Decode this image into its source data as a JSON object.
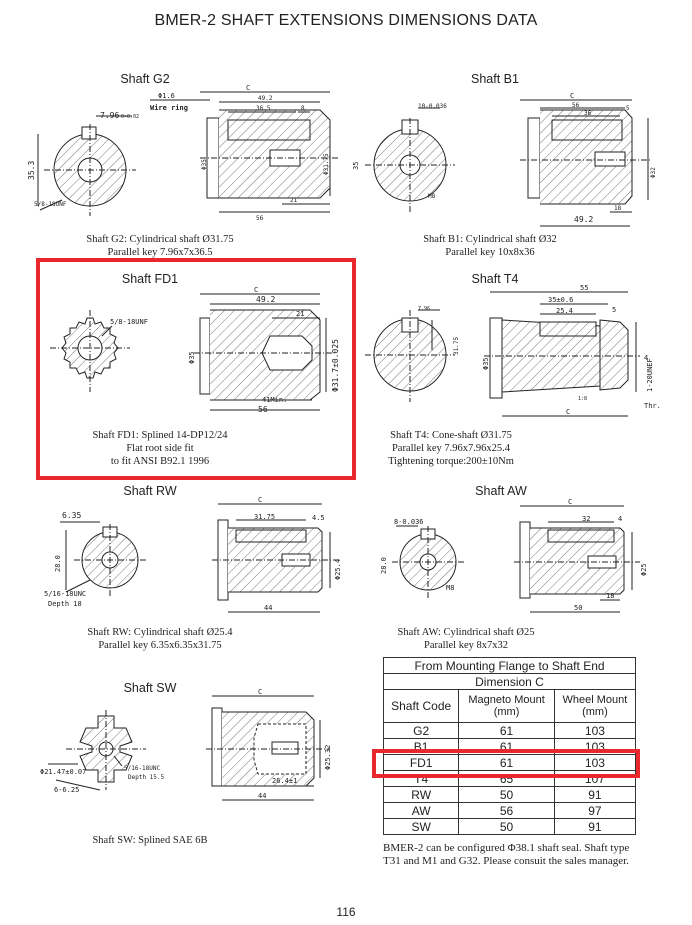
{
  "page": {
    "title": "BMER-2 SHAFT EXTENSIONS DIMENSIONS DATA",
    "page_number": "116",
    "highlight_color": "#e8282c"
  },
  "panels": {
    "g2": {
      "title": "Shaft G2",
      "caption1": "Shaft G2: Cylindrical shaft Ø31.75",
      "caption2": "Parallel key 7.96x7x36.5",
      "labels": {
        "key": "7.96",
        "keytol": "0-0.02",
        "dia": "35.3",
        "diatol": "0-0.3",
        "thread": "5/8-18UNF",
        "phi": "Φ1.6",
        "wire": "Wire ring",
        "c": "C",
        "l1": "49.2",
        "l2": "36.5",
        "l3": "8",
        "d1": "Φ35",
        "d2": "Φ31.75",
        "l4": "21",
        "l5": "56"
      }
    },
    "b1": {
      "title": "Shaft B1",
      "caption1": "Shaft B1: Cylindrical shaft Ø32",
      "caption2": "Parallel key 10x8x36",
      "labels": {
        "key": "10-0.036",
        "dia": "35",
        "m": "M8",
        "c": "C",
        "l1": "56",
        "l2": "36",
        "l3": "5",
        "d1": "Φ32",
        "l4": "18",
        "l5": "49.2"
      }
    },
    "fd1": {
      "title": "Shaft FD1",
      "caption1": "Shaft FD1: Splined 14-DP12/24",
      "caption2": "Flat root side fit",
      "caption3": "to fit ANSI B92.1 1996",
      "labels": {
        "thread": "5/8-18UNF",
        "c": "C",
        "l1": "49.2",
        "l2": "21",
        "d1": "Φ35",
        "d2": "Φ31.7±0.025",
        "l3": "41Min.",
        "l4": "56"
      }
    },
    "t4": {
      "title": "Shaft T4",
      "caption1": "Shaft T4: Cone-shaft Ø31.75",
      "caption2": "Parallel key 7.96x7.96x25.4",
      "caption3": "Tightening torque:200±10Nm",
      "labels": {
        "key": "7.96",
        "dia": "31.75",
        "l0": "55",
        "l1": "35±0.6",
        "l2": "25.4",
        "l3": "5",
        "d1": "Φ35",
        "th": "1-20UNEF",
        "t1": "1:8",
        "thr": "Thr.",
        "c": "C",
        "n": "4"
      }
    },
    "rw": {
      "title": "Shaft RW",
      "caption1": "Shaft RW: Cylindrical shaft Ø25.4",
      "caption2": "Parallel key 6.35x6.35x31.75",
      "labels": {
        "key": "6.35",
        "dia": "28.0",
        "thread": "5/16-18UNC",
        "depth": "Depth 18",
        "c": "C",
        "l1": "31.75",
        "l2": "4.5",
        "d1": "Φ25.4",
        "l3": "44"
      }
    },
    "aw": {
      "title": "Shaft AW",
      "caption1": "Shaft AW: Cylindrical shaft Ø25",
      "caption2": "Parallel key 8x7x32",
      "labels": {
        "key": "8-0.036",
        "dia": "28.0",
        "m": "M8",
        "c": "C",
        "l1": "32",
        "l2": "4",
        "d1": "Φ25",
        "l3": "18",
        "l4": "50"
      }
    },
    "sw": {
      "title": "Shaft SW",
      "caption1": "Shaft SW: Splined SAE 6B",
      "labels": {
        "d0": "Φ21.47±0.07",
        "w": "6-6.25",
        "thread": "5/16-18UNC",
        "depth": "Depth 15.5",
        "c": "C",
        "d1": "Φ25.32",
        "l1": "26.4±1",
        "l2": "44"
      }
    }
  },
  "table": {
    "title": "From Mounting Flange to Shaft End",
    "subtitle": "Dimension C",
    "col1": "Shaft Code",
    "col2a": "Magneto Mount",
    "col2b": "(mm)",
    "col3a": "Wheel Mount",
    "col3b": "(mm)",
    "rows": [
      {
        "code": "G2",
        "magneto": "61",
        "wheel": "103"
      },
      {
        "code": "B1",
        "magneto": "61",
        "wheel": "103"
      },
      {
        "code": "FD1",
        "magneto": "61",
        "wheel": "103"
      },
      {
        "code": "T4",
        "magneto": "65",
        "wheel": "107"
      },
      {
        "code": "RW",
        "magneto": "50",
        "wheel": "91"
      },
      {
        "code": "AW",
        "magneto": "56",
        "wheel": "97"
      },
      {
        "code": "SW",
        "magneto": "50",
        "wheel": "91"
      }
    ],
    "note": "BMER-2 can be configured Φ38.1 shaft seal. Shaft type T31 and M1 and G32. Please consuit the sales manager."
  }
}
